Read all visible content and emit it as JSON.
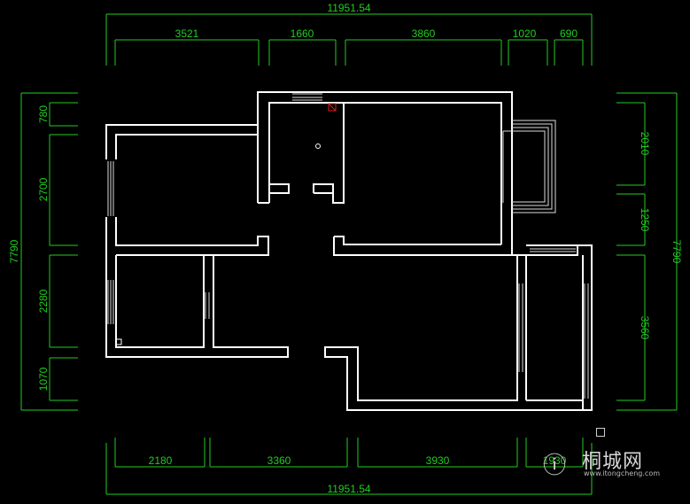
{
  "overall_width": "11951.54",
  "overall_height": "7790",
  "top_dims": [
    "3521",
    "1660",
    "3860",
    "1020",
    "690"
  ],
  "bottom_dims": [
    "2180",
    "3360",
    "3930",
    "1930"
  ],
  "left_dims": [
    "780",
    "2700",
    "2280",
    "1070"
  ],
  "right_dims": [
    "2010",
    "1250",
    "3560"
  ],
  "watermark": {
    "logo": "ⓘ",
    "name": "桐城网",
    "url": "www.itongcheng.com"
  },
  "colors": {
    "dimension": "#22cc22",
    "wall": "#ffffff",
    "marker": "#e02020",
    "background": "#000000"
  }
}
